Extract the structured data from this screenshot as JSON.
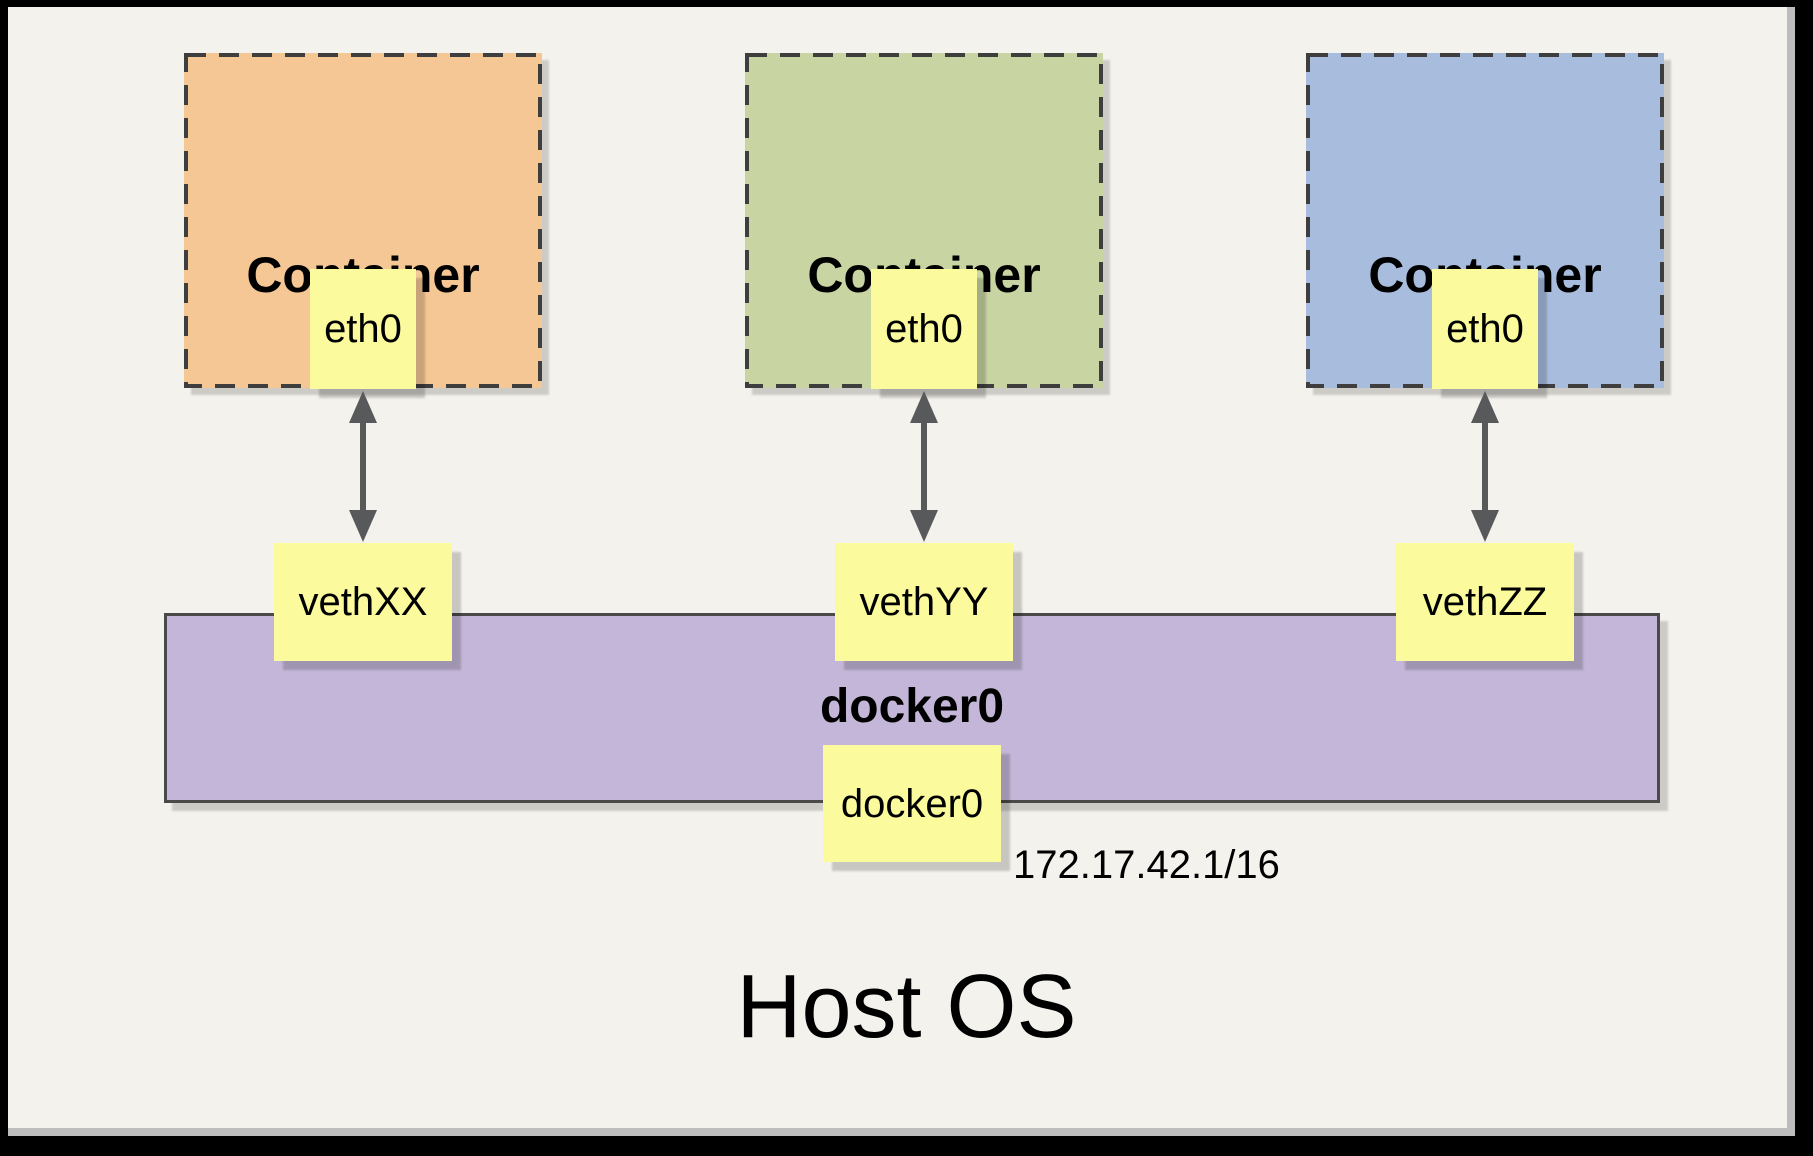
{
  "diagram": {
    "host": {
      "label": "Host OS"
    },
    "containers": [
      {
        "label": "Container",
        "interface": "eth0",
        "veth": "vethXX",
        "fill": "#F5C795"
      },
      {
        "label": "Container",
        "interface": "eth0",
        "veth": "vethYY",
        "fill": "#C8D5A3"
      },
      {
        "label": "Container",
        "interface": "eth0",
        "veth": "vethZZ",
        "fill": "#A8BDDE"
      }
    ],
    "bridge": {
      "label": "docker0",
      "interface": "docker0",
      "ip": "172.17.42.1/16",
      "fill": "#C4B6D8"
    },
    "colors": {
      "background": "#F4F2EC",
      "frame": "#000000",
      "frame_inner_shadow": "#BDBDBD",
      "label_yellow": "#FBFB9D",
      "dashed_border": "#3E3E3E",
      "bridge_border": "#4A4A4A",
      "arrow_gray": "#58595B",
      "text": "#000000"
    }
  }
}
